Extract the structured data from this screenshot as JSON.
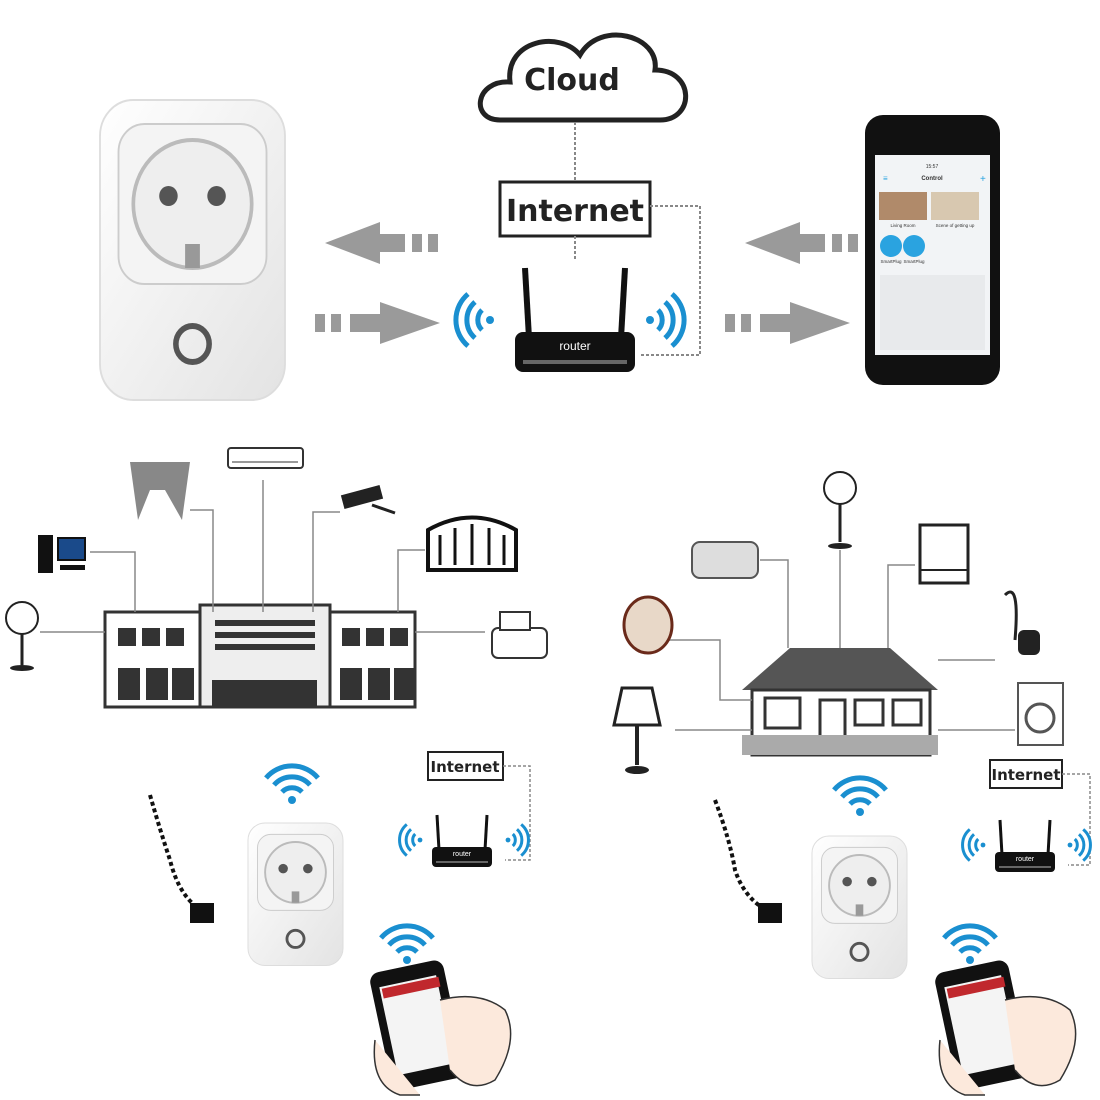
{
  "top": {
    "cloud_label": "Cloud",
    "internet_label": "Internet",
    "router_label": "router",
    "phone": {
      "time": "15:57",
      "title": "Control",
      "scenes": [
        "Living Room",
        "Scene of getting up"
      ],
      "devices": [
        "SmartPlug",
        "SmartPlug"
      ]
    }
  },
  "bottom_left": {
    "internet_label": "Internet",
    "router_label": "router"
  },
  "bottom_right": {
    "internet_label": "Internet",
    "router_label": "router"
  },
  "colors": {
    "wifi": "#1a8fd0",
    "arrow": "#9a9a9a",
    "line": "#888888",
    "app_blue": "#2aa3e0"
  }
}
